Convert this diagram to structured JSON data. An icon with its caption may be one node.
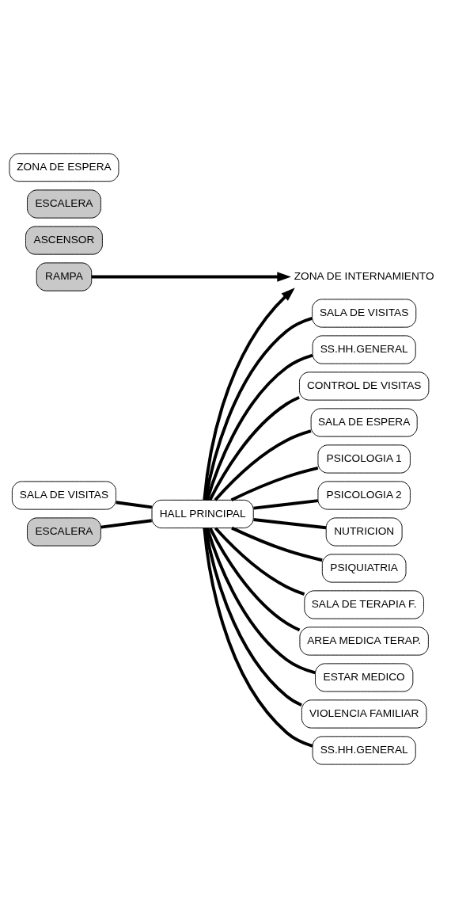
{
  "diagram": {
    "nodes": [
      {
        "text": [
          "SALA DE VISITAS"
        ]
      },
      {
        "text": [
          "RAMPA"
        ]
      },
      {
        "text": [
          "ZONA DE INTERNAMIENTO"
        ]
      },
      {
        "text": [
          "SALA DE VISITAS"
        ]
      },
      {
        "text": [
          "SS.HH.GENERAL"
        ]
      },
      {
        "text": [
          "CONTROL DE VISITAS"
        ]
      },
      {
        "text": [
          "ASCENSOR"
        ]
      },
      {
        "text": [
          "ESCALERA"
        ]
      },
      {
        "text": [
          "SALA DE ESPERA"
        ]
      },
      {
        "text": [
          "HALL PRINCIPAL"
        ]
      },
      {
        "text": [
          "PSICOLOGIA 1"
        ]
      },
      {
        "text": [
          "ZONA DE ESPERA"
        ]
      },
      {
        "text": [
          "PSICOLOGIA 2"
        ]
      },
      {
        "text": [
          "NUTRICION"
        ]
      },
      {
        "text": [
          "PSIQUIATRIA"
        ]
      },
      {
        "text": [
          "SALA DE TERAPIA F."
        ]
      },
      {
        "text": [
          "AREA MEDICA TERAP."
        ]
      },
      {
        "text": [
          "ESTAR MEDICO"
        ]
      },
      {
        "text": [
          "VIOLENCIA FAMILIAR"
        ]
      },
      {
        "text": [
          "ESCALERA"
        ]
      },
      {
        "text": [
          "SS.HH.GENERAL"
        ]
      }
    ],
    "edges": [
      {
        "from": 9,
        "to": 0,
        "arrow": "none"
      },
      {
        "from": 1,
        "to": 2,
        "arrow": "to"
      },
      {
        "from": 9,
        "to": 2,
        "arrow": "to"
      },
      {
        "from": 3,
        "to": 9,
        "arrow": "none"
      },
      {
        "from": 9,
        "to": 4,
        "arrow": "none"
      },
      {
        "from": 9,
        "to": 5,
        "arrow": "none"
      },
      {
        "from": 9,
        "to": 8,
        "arrow": "none"
      },
      {
        "from": 9,
        "to": 10,
        "arrow": "none"
      },
      {
        "from": 9,
        "to": 12,
        "arrow": "none"
      },
      {
        "from": 9,
        "to": 13,
        "arrow": "none"
      },
      {
        "from": 9,
        "to": 14,
        "arrow": "none"
      },
      {
        "from": 9,
        "to": 15,
        "arrow": "none"
      },
      {
        "from": 9,
        "to": 16,
        "arrow": "none"
      },
      {
        "from": 9,
        "to": 17,
        "arrow": "none"
      },
      {
        "from": 9,
        "to": 18,
        "arrow": "none"
      },
      {
        "from": 19,
        "to": 9,
        "arrow": "none"
      },
      {
        "from": 9,
        "to": 20,
        "arrow": "none"
      }
    ]
  }
}
